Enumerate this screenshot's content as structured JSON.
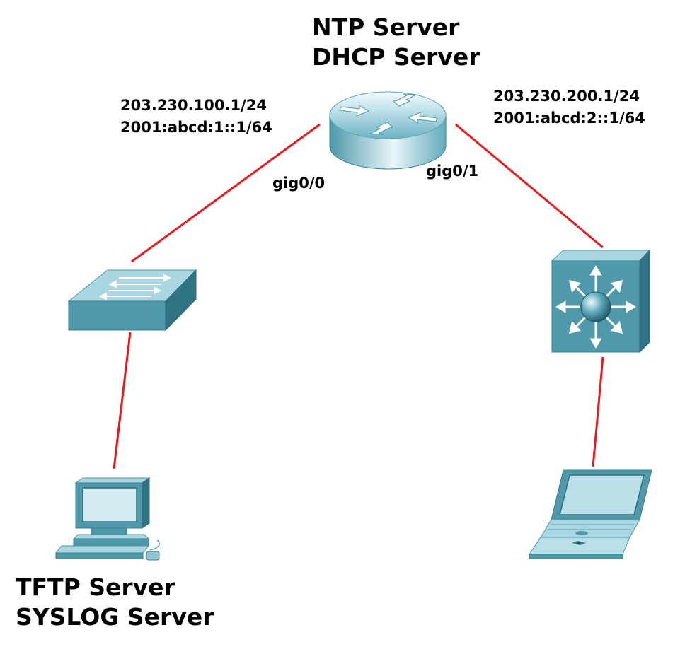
{
  "router": {
    "roles": [
      "NTP Server",
      "DHCP Server"
    ],
    "ports": {
      "left": "gig0/0",
      "right": "gig0/1"
    },
    "left_addresses": [
      "203.230.100.1/24",
      "2001:abcd:1::1/64"
    ],
    "right_addresses": [
      "203.230.200.1/24",
      "2001:abcd:2::1/64"
    ]
  },
  "left_host": {
    "roles": [
      "TFTP Server",
      "SYSLOG Server"
    ]
  },
  "colors": {
    "link": "#e8191f",
    "device_dark": "#3f8ea0",
    "device_light": "#8fcad6"
  },
  "icons": [
    "router-icon",
    "switch-icon",
    "multilayer-switch-icon",
    "desktop-pc-icon",
    "laptop-icon"
  ]
}
